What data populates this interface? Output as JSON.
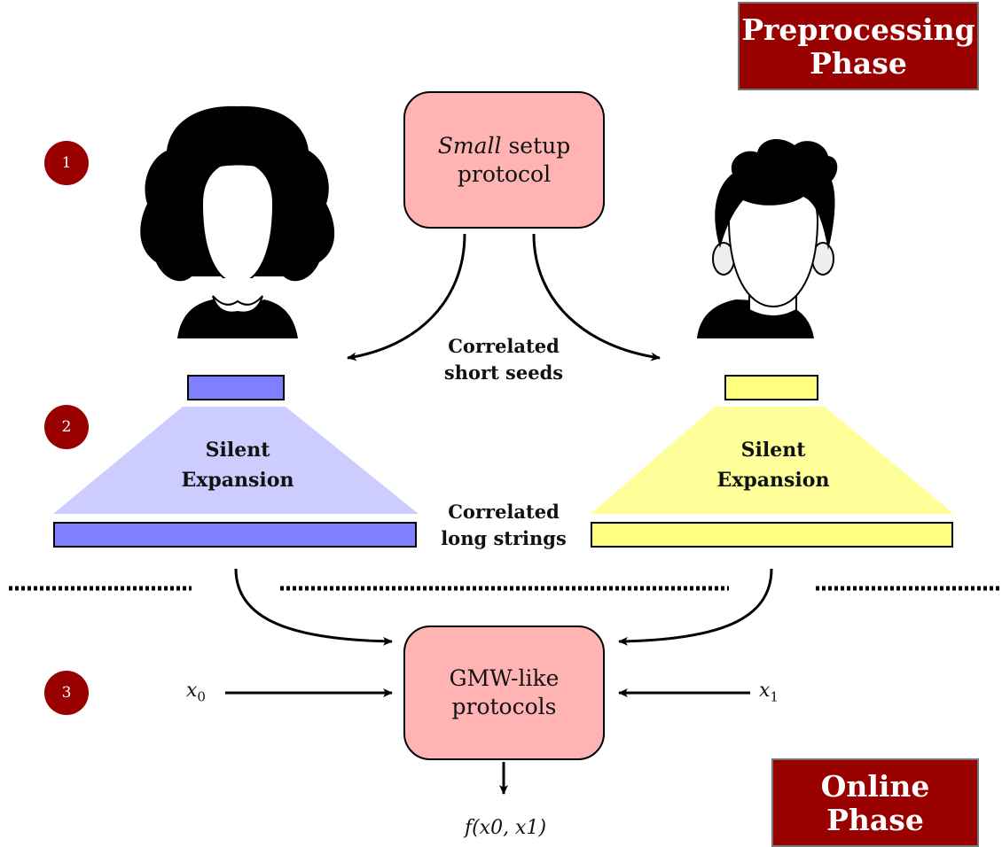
{
  "phases": {
    "preprocessing": [
      "Preprocessing",
      "Phase"
    ],
    "online": [
      "Online",
      "Phase"
    ]
  },
  "steps": [
    "1",
    "2",
    "3"
  ],
  "setup_box": {
    "emph": "Small",
    "rest": " setup",
    "line2": "protocol"
  },
  "gmw_box": {
    "line1": "GMW-like",
    "line2": "protocols"
  },
  "labels": {
    "short_seeds": [
      "Correlated",
      "short seeds"
    ],
    "long_strings": [
      "Correlated",
      "long strings"
    ]
  },
  "expansion": {
    "left": [
      "Silent",
      "Expansion"
    ],
    "right": [
      "Silent",
      "Expansion"
    ]
  },
  "inputs": {
    "x0": "x",
    "x0_sub": "0",
    "x1": "x",
    "x1_sub": "1"
  },
  "output": "f(x0, x1)",
  "icons": [
    "female-avatar-icon",
    "male-avatar-icon"
  ],
  "colors": {
    "phase_bg": "#990000",
    "box_fill": "#ffb3b3",
    "blue_dark": "#8080ff",
    "blue_light": "#ccccff",
    "yellow_dark": "#ffff80",
    "yellow_light": "#ffff99"
  }
}
